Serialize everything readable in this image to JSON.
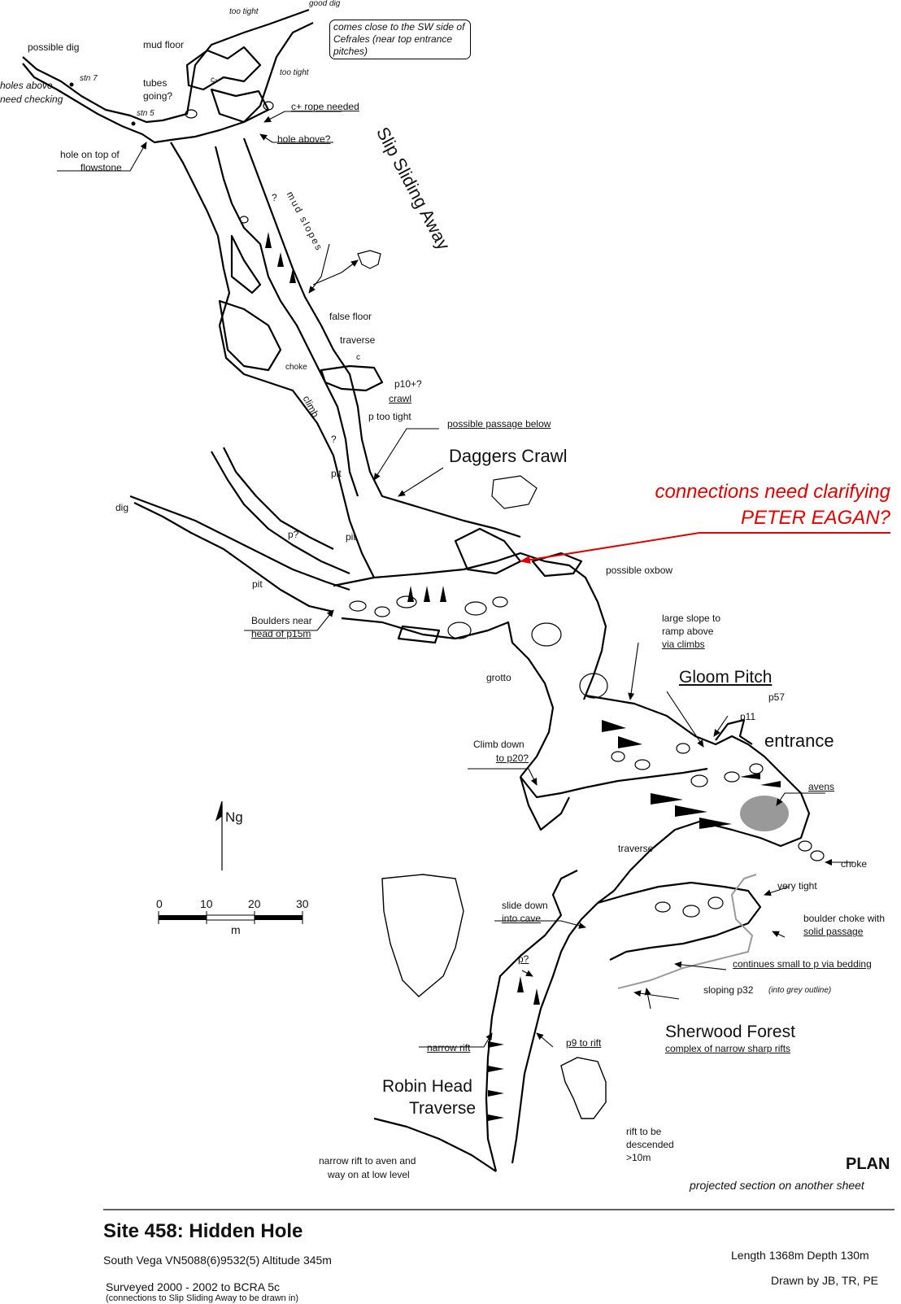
{
  "title": "Site 458: Hidden Hole",
  "location": "South Vega  VN5088(6)9532(5)  Altitude 345m",
  "surveyed": "Surveyed 2000 - 2002  to BCRA 5c",
  "surveyed_note": "(connections to Slip Sliding Away to be drawn in)",
  "stats": "Length 1368m  Depth 130m",
  "drawn_by": "Drawn by JB, TR, PE",
  "plan_label": "PLAN",
  "plan_note": "projected section on another sheet",
  "north_label": "Ng",
  "scale": {
    "ticks": [
      "0",
      "10",
      "20",
      "30"
    ],
    "unit": "m"
  },
  "colors": {
    "ink": "#000000",
    "highlight": "#e00000",
    "grey_outline": "#9a9a9a",
    "avens_fill": "#999999"
  },
  "callout": "comes close to the SW side of Cefrales (near top entrance pitches)",
  "red_note": [
    "connections need clarifying",
    "PETER EAGAN?"
  ],
  "labels": {
    "too_tight_top": "too tight",
    "good_dig": "good dig",
    "possible_dig": "possible dig",
    "mud_floor": "mud floor",
    "stn7": "stn 7",
    "holes_above": "holes above",
    "need_checking": "need checking",
    "tubes": "tubes",
    "going": "going?",
    "too_tight_2": "too tight",
    "c_minus": "c-",
    "c_plus_rope": "c+ rope needed",
    "stn5": "stn 5",
    "hole_above": "hole above?",
    "hole_on_top": "hole on top of",
    "flowstone": "flowstone",
    "slip_sliding": "Slip Sliding Away",
    "mud_slopes": "mud slopes",
    "q1": "?",
    "false_floor": "false floor",
    "traverse1": "traverse",
    "c_small": "c",
    "choke1": "choke",
    "p10": "p10+?",
    "crawl": "crawl",
    "climb": "climb",
    "p_too_tight": "p too tight",
    "q2": "?",
    "possible_passage": "possible passage below",
    "daggers": "Daggers Crawl",
    "pit1": "pit",
    "dig": "dig",
    "p_q": "p?",
    "pit2": "pit",
    "pit3": "pit",
    "possible_oxbow": "possible oxbow",
    "boulders": "Boulders near",
    "head_p15": "head of p15m",
    "large_slope": "large slope to",
    "ramp_above": "ramp above",
    "via_climbs": "via climbs",
    "grotto": "grotto",
    "gloom": "Gloom Pitch",
    "p57": "p57",
    "p11": "p11",
    "entrance": "entrance",
    "climb_down": "Climb down",
    "to_p20": "to p20?",
    "avens": "avens",
    "traverse2": "traverse",
    "choke2": "choke",
    "very_tight": "very tight",
    "slide_down": "slide down",
    "into_cave": "into cave",
    "boulder_choke": "boulder choke with",
    "solid_passage": "solid passage",
    "p_q2": "p?",
    "continues": "continues small to p via bedding",
    "sloping": "sloping p32",
    "into_grey": "(into grey outline)",
    "sherwood": "Sherwood Forest",
    "sherwood_sub": "complex of narrow sharp rifts",
    "narrow_rift": "narrow rift",
    "p9": "p9 to rift",
    "robin1": "Robin Head",
    "robin2": "Traverse",
    "rift_desc1": "rift to be",
    "rift_desc2": "descended",
    "rift_desc3": ">10m",
    "narrow_aven1": "narrow rift to aven and",
    "narrow_aven2": "way on at low level"
  }
}
